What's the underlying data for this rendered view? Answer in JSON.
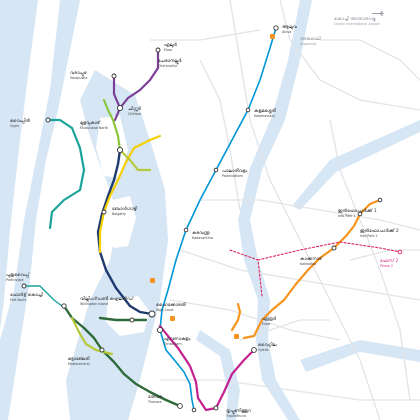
{
  "map": {
    "colors": {
      "water": "#d6e6f5",
      "land": "#ffffff",
      "road": "#e1e4e8",
      "metro_line1": "#0096d6",
      "purple": "#7b3f98",
      "green": "#8dc63f",
      "teal": "#1aa39a",
      "navy": "#1f3a6e",
      "yellow": "#f5d000",
      "olive": "#b5c93a",
      "darkgreen": "#2f6b3a",
      "magenta": "#c2218f",
      "orange": "#f7941d",
      "red_dashed": "#e0245e",
      "station_fill": "#ffffff",
      "text": "#333333",
      "muted": "#9aa0a6"
    },
    "labels": [
      {
        "id": "airport",
        "ml": "കൊച്ചി അന്താരാഷ്ട്ര",
        "en": "Cochin International Airport",
        "muted": true
      },
      {
        "id": "angamaly",
        "ml": "അങ്കമാലി",
        "en": "Angamaly",
        "muted": true
      },
      {
        "id": "edayar",
        "ml": "ഏലൂർ",
        "en": "Eloor",
        "muted": false
      },
      {
        "id": "cheranallur",
        "ml": "ചേരാനല്ലൂർ",
        "en": "Cheranallur",
        "muted": false
      },
      {
        "id": "varapuzha",
        "ml": "വരാപ്പുഴ",
        "en": "Varapuzha",
        "muted": false
      },
      {
        "id": "mulavukad",
        "ml": "മുളവുകാട്",
        "en": "Mulavukad North",
        "muted": false
      },
      {
        "id": "chittoor",
        "ml": "ചിറ്റൂർ",
        "en": "Chittoor",
        "muted": false
      },
      {
        "id": "bolgatty",
        "ml": "ബോൾഗാട്ടി",
        "en": "Bolgatty",
        "muted": false
      },
      {
        "id": "vypin",
        "ml": "വൈപ്പിൻ",
        "en": "Vypin",
        "muted": false
      },
      {
        "id": "high_court",
        "ml": "ഹൈക്കോടതി",
        "en": "High Court",
        "muted": false
      },
      {
        "id": "fort_kochi",
        "ml": "ഫോർട്ട് കൊച്ചി",
        "en": "Fort Kochi",
        "muted": false
      },
      {
        "id": "willingdon",
        "ml": "വില്ലിംഗ്ഡൺ ഐലൻഡ്",
        "en": "Willingdon Island",
        "muted": false
      },
      {
        "id": "ernakulam",
        "ml": "എറണാകുളം",
        "en": "Ernakulam",
        "muted": false
      },
      {
        "id": "mattancherry",
        "ml": "മട്ടാഞ്ചേരി",
        "en": "Mattancherry",
        "muted": false
      },
      {
        "id": "thevara",
        "ml": "തേവര",
        "en": "Thevara",
        "muted": false
      },
      {
        "id": "kakkanad",
        "ml": "കാക്കനാട്",
        "en": "Kakkanad",
        "muted": false
      },
      {
        "id": "infopark1",
        "ml": "ഇൻഫോപാർക്ക് 1",
        "en": "Info Park 1",
        "muted": false
      },
      {
        "id": "infopark2",
        "ml": "ഇൻഫോപാർക്ക് 2",
        "en": "Info Park 2",
        "muted": false
      },
      {
        "id": "vyttila",
        "ml": "വൈറ്റില",
        "en": "Vyttila",
        "muted": false
      },
      {
        "id": "tripunithura",
        "ml": "തൃപ്പൂണിത്തുറ",
        "en": "Tripunithura",
        "muted": false
      },
      {
        "id": "aluva",
        "ml": "ആലുവ",
        "en": "Aluva",
        "muted": false
      },
      {
        "id": "eroor",
        "ml": "ഏരൂർ",
        "en": "Eroor",
        "muted": false
      },
      {
        "id": "kadavanthra",
        "ml": "കടവന്ത്ര",
        "en": "Kadavanthra",
        "muted": false
      },
      {
        "id": "palarivattom",
        "ml": "പാലാരിവട്ടം",
        "en": "Palarivattom",
        "muted": false
      },
      {
        "id": "kalamassery",
        "ml": "കളമശ്ശേരി",
        "en": "Kalamassery",
        "muted": false
      },
      {
        "id": "puthuvype",
        "ml": "പുതുവൈപ്പ്",
        "en": "Puthuvype",
        "muted": false
      },
      {
        "id": "phase2",
        "ml": "ഫേസ് 2",
        "en": "Phase 2",
        "muted": false
      }
    ]
  }
}
